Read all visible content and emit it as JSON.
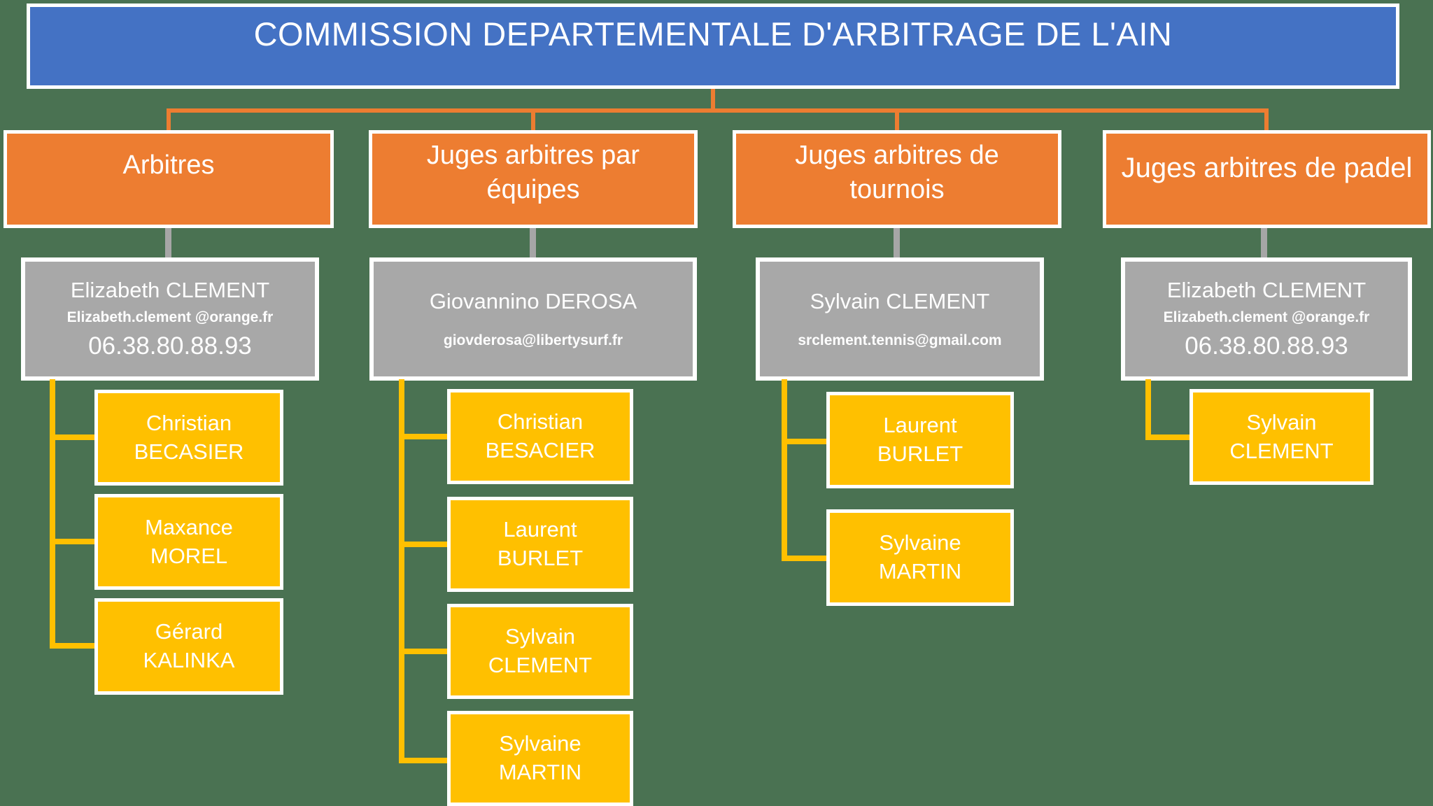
{
  "title": "COMMISSION DEPARTEMENTALE D'ARBITRAGE DE L'AIN",
  "colors": {
    "background": "#4A7252",
    "title_fill": "#4472C4",
    "branch_fill": "#ED7D31",
    "head_fill": "#A8A8A8",
    "member_fill": "#FFC000",
    "connector_gray": "#A6A6A6",
    "text": "#FFFFFF"
  },
  "branches": [
    {
      "label": "Arbitres",
      "head": {
        "name": "Elizabeth CLEMENT",
        "email": "Elizabeth.clement @orange.fr",
        "phone": "06.38.80.88.93"
      },
      "members": [
        {
          "line1": "Christian",
          "line2": "BECASIER"
        },
        {
          "line1": "Maxance",
          "line2": "MOREL"
        },
        {
          "line1": "Gérard",
          "line2": "KALINKA"
        }
      ]
    },
    {
      "label": "Juges arbitres par équipes",
      "head": {
        "name": "Giovannino DEROSA",
        "email": "giovderosa@libertysurf.fr"
      },
      "members": [
        {
          "line1": "Christian",
          "line2": "BESACIER"
        },
        {
          "line1": "Laurent",
          "line2": "BURLET"
        },
        {
          "line1": "Sylvain",
          "line2": "CLEMENT"
        },
        {
          "line1": "Sylvaine",
          "line2": "MARTIN"
        }
      ]
    },
    {
      "label": "Juges arbitres de tournois",
      "head": {
        "name": "Sylvain CLEMENT",
        "email": "srclement.tennis@gmail.com"
      },
      "members": [
        {
          "line1": "Laurent",
          "line2": "BURLET"
        },
        {
          "line1": "Sylvaine",
          "line2": "MARTIN"
        }
      ]
    },
    {
      "label": "Juges arbitres de padel",
      "head": {
        "name": "Elizabeth CLEMENT",
        "email": "Elizabeth.clement @orange.fr",
        "phone": "06.38.80.88.93"
      },
      "members": [
        {
          "line1": "Sylvain",
          "line2": "CLEMENT"
        }
      ]
    }
  ]
}
